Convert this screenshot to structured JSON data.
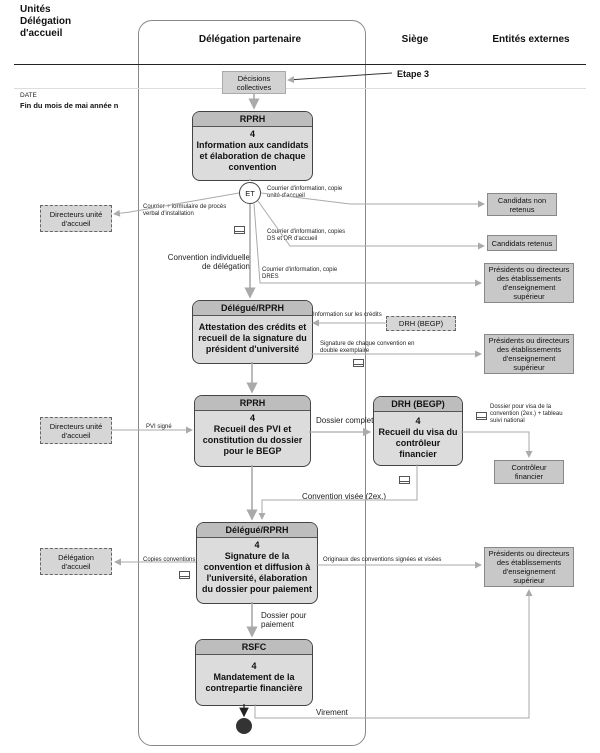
{
  "headers": {
    "unites": [
      "Unités",
      "Délégation",
      "d'accueil"
    ],
    "delegation": "Délégation partenaire",
    "siege": "Siège",
    "entites": "Entités externes"
  },
  "date_label": "DATE",
  "date_value": "Fin du mois de mai année n",
  "decisions": [
    "Décisions",
    "collectives"
  ],
  "etape": "Etape 3",
  "proc1": {
    "head": "RPRH",
    "lines": [
      "4",
      "Information aux candidats",
      "et élaboration de chaque",
      "convention"
    ]
  },
  "et": "ET",
  "proc2": {
    "head": "Délégué/RPRH",
    "lines": [
      "Attestation des crédits et",
      "recueil de la signature du",
      "président d'université"
    ]
  },
  "proc3": {
    "head": "RPRH",
    "lines": [
      "4",
      "Recueil des PVI et",
      "constitution du dossier",
      "pour le BEGP"
    ]
  },
  "proc4": {
    "head": "DRH (BEGP)",
    "lines": [
      "4",
      "Recueil du visa du",
      "contrôleur financier"
    ]
  },
  "proc5": {
    "head": "Délégué/RPRH",
    "lines": [
      "4",
      "Signature de la",
      "convention et diffusion à",
      "l'université, élaboration",
      "du dossier pour paiement"
    ]
  },
  "proc6": {
    "head": "RSFC",
    "lines": [
      "4",
      "Mandatement de la",
      "contrepartie financière"
    ]
  },
  "boxes": {
    "directeurs1": [
      "Directeurs unité",
      "d'accueil"
    ],
    "directeurs2": [
      "Directeurs unité",
      "d'accueil"
    ],
    "delegation_accueil": [
      "Délégation",
      "d'accueil"
    ],
    "candidats_non": [
      "Candidats non",
      "retenus"
    ],
    "candidats_ret": [
      "Candidats retenus"
    ],
    "presidents1": [
      "Présidents ou directeurs",
      "des établissements",
      "d'enseignement",
      "supérieur"
    ],
    "presidents2": [
      "Présidents ou directeurs",
      "des établissements",
      "d'enseignement",
      "supérieur"
    ],
    "presidents3": [
      "Présidents ou directeurs",
      "des établissements",
      "d'enseignement",
      "supérieur"
    ],
    "drh_begp": [
      "DRH (BEGP)"
    ],
    "controleur": [
      "Contrôleur",
      "financier"
    ]
  },
  "labels": {
    "courrier_pv": [
      "Courrier + formulaire de procès",
      "verbal d'installation"
    ],
    "courrier_info1": [
      "Courrier d'information, copie",
      "unité d'accueil"
    ],
    "courrier_info2": [
      "Courrier d'information, copies",
      "DS et DR d'accueil"
    ],
    "courrier_info3": [
      "Courrier d'information, copie",
      "DRES"
    ],
    "convention_ind": [
      "Convention individuelle",
      "de délégation"
    ],
    "info_credits": "Information sur les crédits",
    "signature": [
      "Signature de chaque convention en",
      "double exemplaire"
    ],
    "pvi_signe": "PVI signé",
    "dossier_complet": "Dossier complet",
    "dossier_visa": [
      "Dossier pour visa de la",
      "convention (2ex.) + tableau",
      "suivi national"
    ],
    "convention_visee": "Convention visée (2ex.)",
    "copies_conv": "Copies conventions",
    "originaux": "Originaux des conventions signées et visées",
    "dossier_paiement": [
      "Dossier pour",
      "paiement"
    ],
    "virement": "Virement"
  }
}
